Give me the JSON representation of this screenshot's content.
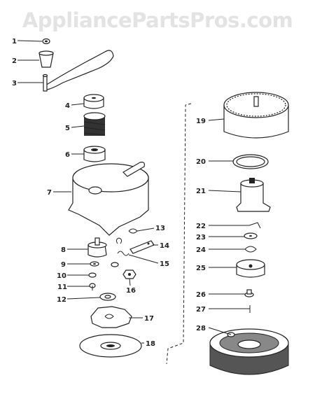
{
  "watermark": "AppliancePartsPros.com",
  "diagram": {
    "labels": [
      {
        "id": "1",
        "text": "1"
      },
      {
        "id": "2",
        "text": "2"
      },
      {
        "id": "3",
        "text": "3"
      },
      {
        "id": "4",
        "text": "4"
      },
      {
        "id": "5",
        "text": "5"
      },
      {
        "id": "6",
        "text": "6"
      },
      {
        "id": "7",
        "text": "7"
      },
      {
        "id": "8",
        "text": "8"
      },
      {
        "id": "9",
        "text": "9"
      },
      {
        "id": "10",
        "text": "10"
      },
      {
        "id": "11",
        "text": "11"
      },
      {
        "id": "12",
        "text": "12"
      },
      {
        "id": "13",
        "text": "13"
      },
      {
        "id": "14",
        "text": "14"
      },
      {
        "id": "15",
        "text": "15"
      },
      {
        "id": "16",
        "text": "16"
      },
      {
        "id": "17",
        "text": "17"
      },
      {
        "id": "18",
        "text": "18"
      },
      {
        "id": "19",
        "text": "19"
      },
      {
        "id": "20",
        "text": "20"
      },
      {
        "id": "21",
        "text": "21"
      },
      {
        "id": "22",
        "text": "22"
      },
      {
        "id": "23",
        "text": "23"
      },
      {
        "id": "24",
        "text": "24"
      },
      {
        "id": "25",
        "text": "25"
      },
      {
        "id": "26",
        "text": "26"
      },
      {
        "id": "27",
        "text": "27"
      },
      {
        "id": "28",
        "text": "28"
      }
    ]
  }
}
